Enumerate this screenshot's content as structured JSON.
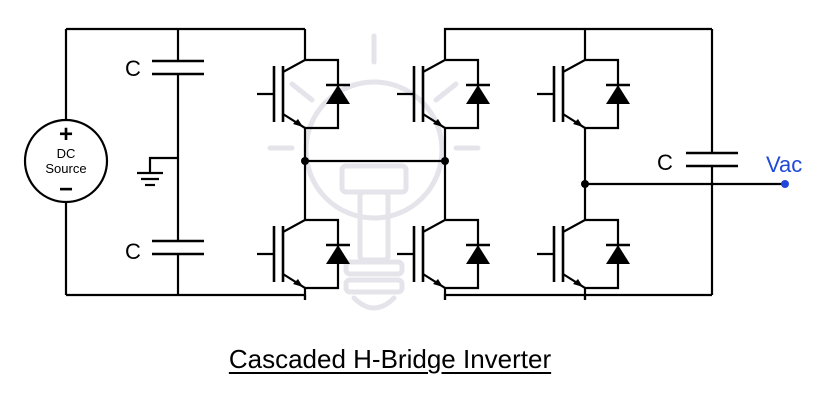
{
  "diagram": {
    "title": "Cascaded H-Bridge Inverter",
    "source_label_line1": "DC",
    "source_label_line2": "Source",
    "source_plus": "+",
    "source_minus": "−",
    "cap_top_label": "C",
    "cap_bottom_label": "C",
    "cap_output_label": "C",
    "output_label": "Vac",
    "colors": {
      "wire": "#000000",
      "output": "#2148d8",
      "watermark": "#e4e4ea"
    }
  }
}
